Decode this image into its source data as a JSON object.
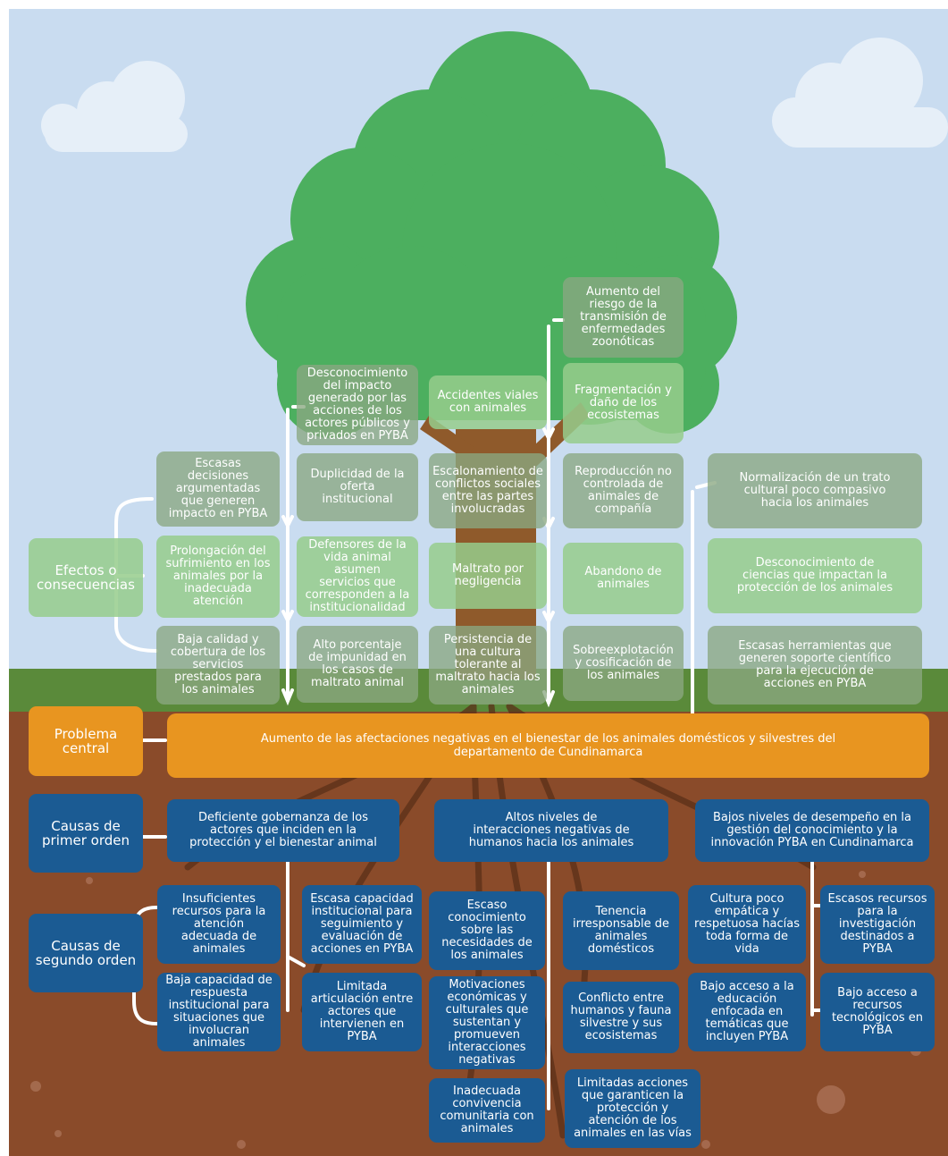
{
  "labels": {
    "effects": "Efectos o\nconsecuencias",
    "problem": "Problema\ncentral",
    "first_order": "Causas de\nprimer orden",
    "second_order": "Causas de\nsegundo orden"
  },
  "central_problem": "Aumento de las afectaciones negativas en el bienestar de los animales domésticos y silvestres del\ndepartamento de Cundinamarca",
  "effects": {
    "col1": [
      "Escasas\ndecisiones\nargumentadas\nque generen\nimpacto en PYBA",
      "Prolongación del\nsufrimiento en los\nanimales por la\ninadecuada\natención",
      "Baja calidad y\ncobertura de los\nservicios\nprestados para\nlos animales"
    ],
    "col2": [
      "Desconocimiento\ndel impacto\ngenerado por las\nacciones de los\nactores públicos y\nprivados en PYBA",
      "Duplicidad de la\noferta\ninstitucional",
      "Defensores de la\nvida animal asumen\nservicios que\ncorresponden a la\ninstitucionalidad",
      "Alto porcentaje\nde impunidad en\nlos casos de\nmaltrato animal"
    ],
    "col3": [
      "Accidentes viales\ncon animales",
      "Escalonamiento de\nconflictos sociales\nentre las partes\ninvolucradas",
      "Maltrato por\nnegligencia",
      "Persistencia de\nuna cultura\ntolerante al\nmaltrato hacia los\nanimales"
    ],
    "col4": [
      "Aumento del\nriesgo de la\ntransmisión de\nenfermedades\nzoonóticas",
      "Fragmentación y\ndaño de los\necosistemas",
      "Reproducción no\ncontrolada de\nanimales de\ncompañía",
      "Abandono de\nanimales",
      "Sobreexplotación\ny cosificación de\nlos animales"
    ],
    "col5": [
      "Normalización de un trato\ncultural poco compasivo\nhacia los animales",
      "Desconocimiento de\nciencias que impactan la\nprotección de los animales",
      "Escasas herramientas que\ngeneren soporte científico\npara la ejecución de\nacciones en PYBA"
    ]
  },
  "first_order_causes": [
    "Deficiente gobernanza de los\nactores que inciden en la\nprotección y el bienestar animal",
    "Altos niveles de\ninteracciones negativas de\nhumanos hacia los animales",
    "Bajos niveles de desempeño en la\ngestión del conocimiento y la\ninnovación PYBA en Cundinamarca"
  ],
  "second_order_causes": {
    "group1": [
      "Insuficientes\nrecursos para la\natención\nadecuada de\nanimales",
      "Escasa capacidad\ninstitucional para\nseguimiento y\nevaluación de\nacciones en PYBA",
      "Baja capacidad de\nrespuesta\ninstitucional para\nsituaciones que\ninvolucran animales",
      "Limitada\narticulación entre\nactores que\nintervienen en\nPYBA"
    ],
    "group2": [
      "Escaso\nconocimiento\nsobre las\nnecesidades de\nlos animales",
      "Tenencia\nirresponsable de\nanimales\ndomésticos",
      "Motivaciones\neconómicas y\nculturales que\nsustentan y\npromueven\ninteracciones\nnegativas",
      "Conflicto entre\nhumanos y fauna\nsilvestre y sus\necosistemas",
      "Inadecuada\nconvivencia\ncomunitaria con\nanimales",
      "Limitadas acciones\nque garanticen la\nprotección y\natención de los\nanimales en las vías"
    ],
    "group3": [
      "Cultura poco\nempática y\nrespetuosa hacías\ntoda forma de\nvida",
      "Escasos recursos\npara la\ninvestigación\ndestinados a\nPYBA",
      "Bajo acceso a la\neducación\nenfocada en\ntemáticas que\nincluyen PYBA",
      "Bajo acceso a\nrecursos\ntecnológicos en\nPYBA"
    ]
  },
  "colors": {
    "sky": "#c9dcf0",
    "grass": "#5a8a3a",
    "soil": "#8a4b2a",
    "tree": "#4caf5f",
    "trunk": "#8f5a2b",
    "cause_blue": "#1b5b93",
    "problem_orange": "#e89520"
  }
}
